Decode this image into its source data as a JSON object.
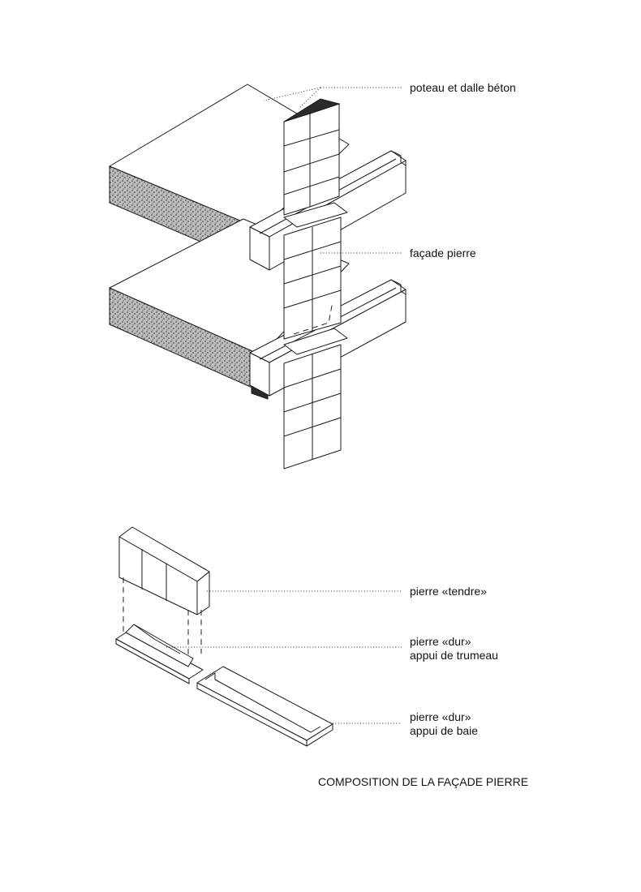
{
  "labels": {
    "poteau": "poteau et dalle béton",
    "facade": "façade pierre",
    "tendre": "pierre «tendre»",
    "dur_trumeau_1": "pierre «dur»",
    "dur_trumeau_2": "appui de trumeau",
    "dur_baie_1": "pierre «dur»",
    "dur_baie_2": "appui de baie"
  },
  "title": "COMPOSITION DE LA FAÇADE PIERRE",
  "colors": {
    "ink": "#1a1a1a",
    "concrete_fill": "#8a8a8a",
    "dark_fill": "#2b2b2b"
  }
}
